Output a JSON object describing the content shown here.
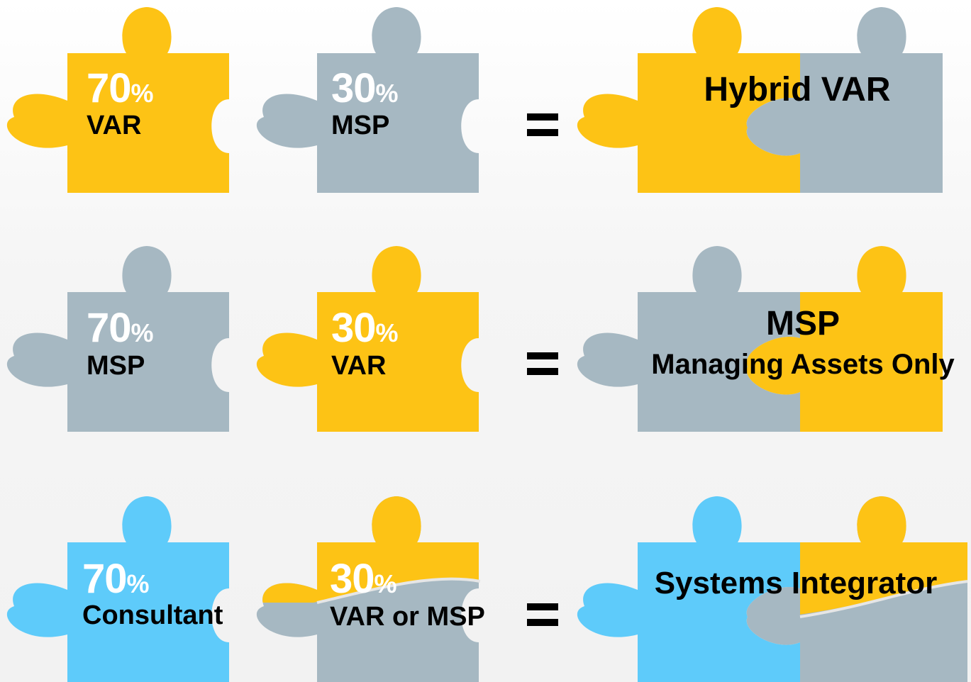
{
  "colors": {
    "gold": "#fdc315",
    "gray": "#a6b8c2",
    "blue": "#5ecbfa",
    "text_light": "#ffffff",
    "text_dark": "#000000"
  },
  "rows": [
    {
      "left": {
        "percent": "70",
        "sign": "%",
        "label": "VAR",
        "color": "gold"
      },
      "right": {
        "percent": "30",
        "sign": "%",
        "label": "MSP",
        "color": "gray"
      },
      "equals": "=",
      "result": {
        "title": "Hybrid VAR",
        "subtitle": "",
        "left_color": "gold",
        "right_color": "gray"
      }
    },
    {
      "left": {
        "percent": "70",
        "sign": "%",
        "label": "MSP",
        "color": "gray"
      },
      "right": {
        "percent": "30",
        "sign": "%",
        "label": "VAR",
        "color": "gold"
      },
      "equals": "=",
      "result": {
        "title": "MSP",
        "subtitle": "Managing Assets Only",
        "left_color": "gray",
        "right_color": "gold"
      }
    },
    {
      "left": {
        "percent": "70",
        "sign": "%",
        "label": "Consultant",
        "color": "blue"
      },
      "right": {
        "percent": "30",
        "sign": "%",
        "label": "VAR or MSP",
        "color": "gold+gray"
      },
      "equals": "=",
      "result": {
        "title": "Systems Integrator",
        "subtitle": "",
        "left_color": "blue",
        "right_color": "gold+gray"
      }
    }
  ]
}
